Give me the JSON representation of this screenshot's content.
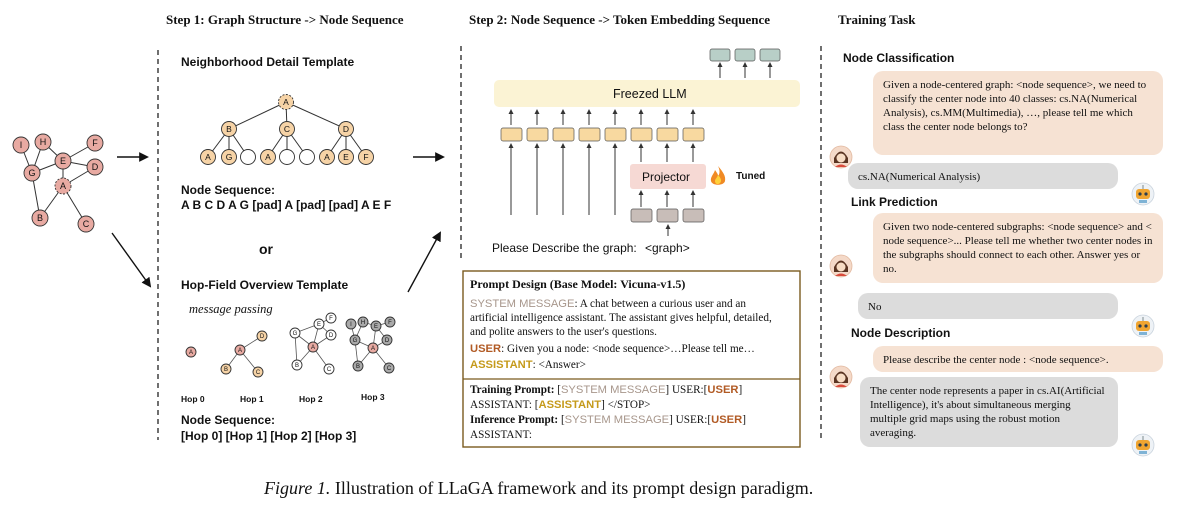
{
  "headers": {
    "step1": "Step 1:  Graph Structure -> Node Sequence",
    "step2": "Step 2:  Node Sequence -> Token Embedding Sequence",
    "task": "Training Task"
  },
  "step1": {
    "nd_title": "Neighborhood Detail Template",
    "node_seq_label": "Node Sequence:",
    "nd_sequence": "A B C D A G [pad] A [pad] [pad] A E F",
    "or": "or",
    "hf_title": "Hop-Field Overview Template",
    "message_passing": "message passing",
    "hops": [
      "Hop 0",
      "Hop 1",
      "Hop 2",
      "Hop 3"
    ],
    "hf_sequence": "[Hop 0] [Hop 1] [Hop 2] [Hop 3]",
    "tree_labels": [
      "A",
      "B",
      "C",
      "D",
      "A",
      "G",
      "A",
      "A",
      "E",
      "F"
    ],
    "graph_labels": [
      "I",
      "H",
      "E",
      "F",
      "G",
      "D",
      "A",
      "B",
      "C"
    ]
  },
  "step2": {
    "llm": "Freezed LLM",
    "projector": "Projector",
    "tuned": "Tuned",
    "fire_icon": "fire-icon",
    "describe": "Please Describe the graph:",
    "graph_token": "<graph>",
    "prompt": {
      "title": "Prompt Design (Base Model: Vicuna-v1.5)",
      "system_tag": "SYSTEM MESSAGE",
      "system_text_1": ": A chat between a curious user and an",
      "system_text_2": "artificial intelligence assistant. The assistant gives helpful, detailed,",
      "system_text_3": "and polite answers to the user's questions.",
      "user_tag": "USER",
      "user_text": ":  Given you a node: <node sequence>…Please tell me…",
      "assistant_tag": "ASSISTANT",
      "assistant_text": ":    <Answer>",
      "training_label": "Training Prompt:",
      "inference_label": "Inference Prompt:",
      "bracket_open": "[",
      "bracket_close": "]",
      "user_colon": " USER:",
      "assistant_colon": "ASSISTANT: ",
      "stop": "  </STOP>",
      "assistant_end": "ASSISTANT:"
    }
  },
  "tasks": [
    {
      "title": "Node Classification",
      "human": "Given a node-centered graph: <node sequence>, we need to classify the center node into 40 classes: cs.NA(Numerical Analysis), cs.MM(Multimedia), …, please tell me which class the center node belongs to?",
      "bot": "cs.NA(Numerical Analysis)"
    },
    {
      "title": "Link Prediction",
      "human": "Given two node-centered subgraphs: <node sequence> and < node sequence>... Please tell me whether two center nodes in the subgraphs should connect to each other. Answer yes or no.",
      "bot": "No"
    },
    {
      "title": "Node Description",
      "human": "Please describe the center node : <node sequence>.",
      "bot": "The center node represents a paper in cs.AI(Artificial Intelligence), it's about simultaneous merging multiple grid maps using the robust motion averaging."
    }
  ],
  "caption": {
    "label": "Figure 1.",
    "text": " Illustration of LLaGA framework and its prompt design paradigm."
  },
  "colors": {
    "node_fill": "#f6d3a6",
    "node_pink": "#e8aaa2",
    "llm_fill": "#fbf3d4",
    "projector_fill": "#f6d9d4",
    "token_fill": "#f8d9a0",
    "graph_token_fill": "#c8bdb8",
    "output_fill": "#b8cfc7",
    "human_bubble": "#f6e2d3",
    "bot_bubble": "#dcdcdc",
    "prompt_border": "#7a5a1e",
    "system_color": "#a7968b",
    "user_color": "#b15a24",
    "assistant_color": "#c59a1b"
  }
}
